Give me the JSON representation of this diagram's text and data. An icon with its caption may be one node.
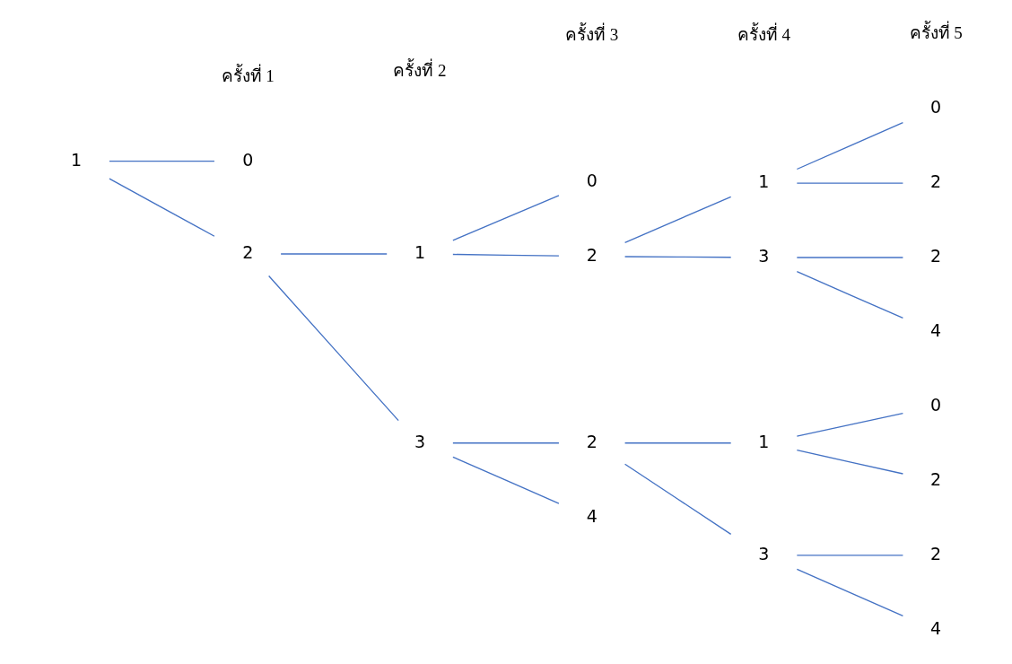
{
  "diagram": {
    "nodes": [
      {
        "text": [
          "1"
        ]
      },
      {
        "text": [
          "0"
        ]
      },
      {
        "text": [
          "2"
        ]
      },
      {
        "text": [
          "1"
        ]
      },
      {
        "text": [
          "3"
        ]
      },
      {
        "text": [
          "0"
        ]
      },
      {
        "text": [
          "2"
        ]
      },
      {
        "text": [
          "2"
        ]
      },
      {
        "text": [
          "4"
        ]
      },
      {
        "text": [
          "1"
        ]
      },
      {
        "text": [
          "3"
        ]
      },
      {
        "text": [
          "1"
        ]
      },
      {
        "text": [
          "3"
        ]
      },
      {
        "text": [
          "0"
        ]
      },
      {
        "text": [
          "2"
        ]
      },
      {
        "text": [
          "2"
        ]
      },
      {
        "text": [
          "4"
        ]
      },
      {
        "text": [
          "0"
        ]
      },
      {
        "text": [
          "2"
        ]
      },
      {
        "text": [
          "2"
        ]
      },
      {
        "text": [
          "4"
        ]
      }
    ],
    "edges": [
      {
        "from": 0,
        "to": 1,
        "arrow": "none"
      },
      {
        "from": 0,
        "to": 2,
        "arrow": "none"
      },
      {
        "from": 2,
        "to": 3,
        "arrow": "none"
      },
      {
        "from": 2,
        "to": 4,
        "arrow": "none"
      },
      {
        "from": 3,
        "to": 5,
        "arrow": "none"
      },
      {
        "from": 3,
        "to": 6,
        "arrow": "none"
      },
      {
        "from": 4,
        "to": 7,
        "arrow": "none"
      },
      {
        "from": 4,
        "to": 8,
        "arrow": "none"
      },
      {
        "from": 6,
        "to": 9,
        "arrow": "none"
      },
      {
        "from": 6,
        "to": 10,
        "arrow": "none"
      },
      {
        "from": 7,
        "to": 11,
        "arrow": "none"
      },
      {
        "from": 7,
        "to": 12,
        "arrow": "none"
      },
      {
        "from": 9,
        "to": 13,
        "arrow": "none"
      },
      {
        "from": 9,
        "to": 14,
        "arrow": "none"
      },
      {
        "from": 10,
        "to": 15,
        "arrow": "none"
      },
      {
        "from": 10,
        "to": 16,
        "arrow": "none"
      },
      {
        "from": 11,
        "to": 17,
        "arrow": "none"
      },
      {
        "from": 11,
        "to": 18,
        "arrow": "none"
      },
      {
        "from": 12,
        "to": 19,
        "arrow": "none"
      },
      {
        "from": 12,
        "to": 20,
        "arrow": "none"
      }
    ],
    "labels": [
      "ครั้งที่ 1",
      "ครั้งที่ 2",
      "ครั้งที่ 3",
      "ครั้งที่ 4",
      "ครั้งที่ 5"
    ]
  }
}
